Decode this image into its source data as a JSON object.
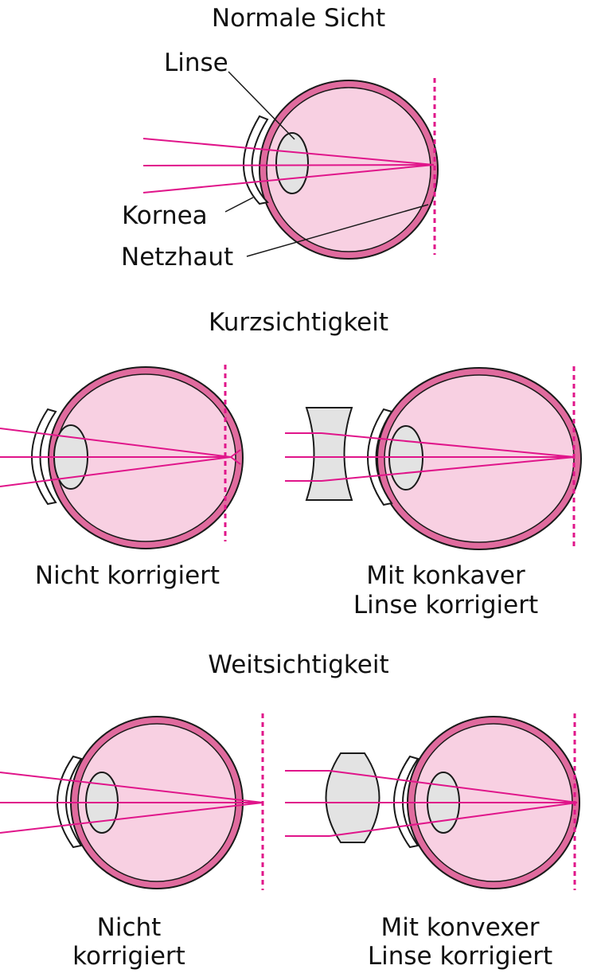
{
  "colors": {
    "sclera": "#e06b9e",
    "inner": "#f8d0e2",
    "ray": "#e0158a",
    "retina_line": "#e0158a",
    "lens": "#e3e3e3",
    "outline": "#1a1a1a"
  },
  "sections": {
    "normal": {
      "title": "Normale Sicht",
      "labels": {
        "lens": "Linse",
        "cornea": "Kornea",
        "retina": "Netzhaut"
      }
    },
    "myopia": {
      "title": "Kurzsichtigkeit",
      "uncorrected": "Nicht korrigiert",
      "corrected_line1": "Mit konkaver",
      "corrected_line2": "Linse korrigiert"
    },
    "hyperopia": {
      "title": "Weitsichtigkeit",
      "uncorrected_line1": "Nicht",
      "uncorrected_line2": "korrigiert",
      "corrected_line1": "Mit konvexer",
      "corrected_line2": "Linse korrigiert"
    }
  }
}
